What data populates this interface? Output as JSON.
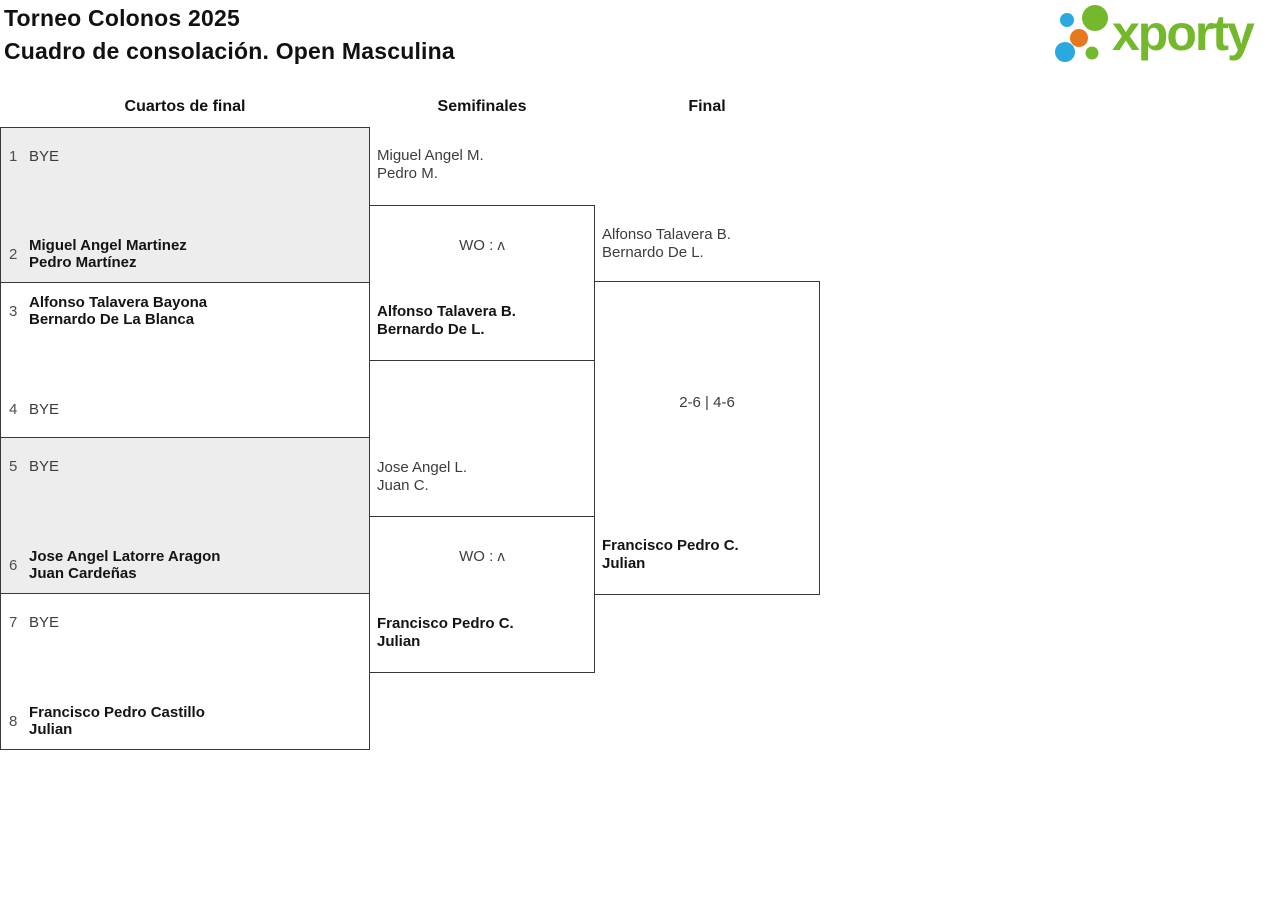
{
  "header": {
    "title": "Torneo Colonos 2025",
    "subtitle": "Cuadro de consolación. Open Masculina"
  },
  "logo": {
    "text": "xporty",
    "brand_green": "#74b82c",
    "brand_blue": "#2aa9e0",
    "brand_orange": "#e8781e"
  },
  "rounds": [
    {
      "label": "Cuartos de final"
    },
    {
      "label": "Semifinales"
    },
    {
      "label": "Final"
    }
  ],
  "quarterfinals": [
    {
      "team1": {
        "seed": "1",
        "name": "BYE"
      },
      "team2": {
        "seed": "2",
        "name": "Miguel Angel Martinez\nPedro Martínez"
      }
    },
    {
      "team1": {
        "seed": "3",
        "name": "Alfonso Talavera Bayona\nBernardo De La Blanca"
      },
      "team2": {
        "seed": "4",
        "name": "BYE"
      }
    },
    {
      "team1": {
        "seed": "5",
        "name": "BYE"
      },
      "team2": {
        "seed": "6",
        "name": "Jose Angel Latorre Aragon\nJuan Cardeñas"
      }
    },
    {
      "team1": {
        "seed": "7",
        "name": "BYE"
      },
      "team2": {
        "seed": "8",
        "name": "Francisco Pedro Castillo\nJulian"
      }
    }
  ],
  "semifinals": [
    {
      "from_top": "Miguel Angel M.\nPedro M.",
      "score": "WO : ʌ",
      "winner": "Alfonso Talavera B.\nBernardo De L."
    },
    {
      "from_top": "Jose Angel L.\nJuan C.",
      "score": "WO : ʌ",
      "winner": "Francisco Pedro C.\nJulian"
    }
  ],
  "final": {
    "from_top": "Alfonso Talavera B.\nBernardo De L.",
    "score": "2-6 | 4-6",
    "winner": "Francisco Pedro C.\nJulian"
  }
}
